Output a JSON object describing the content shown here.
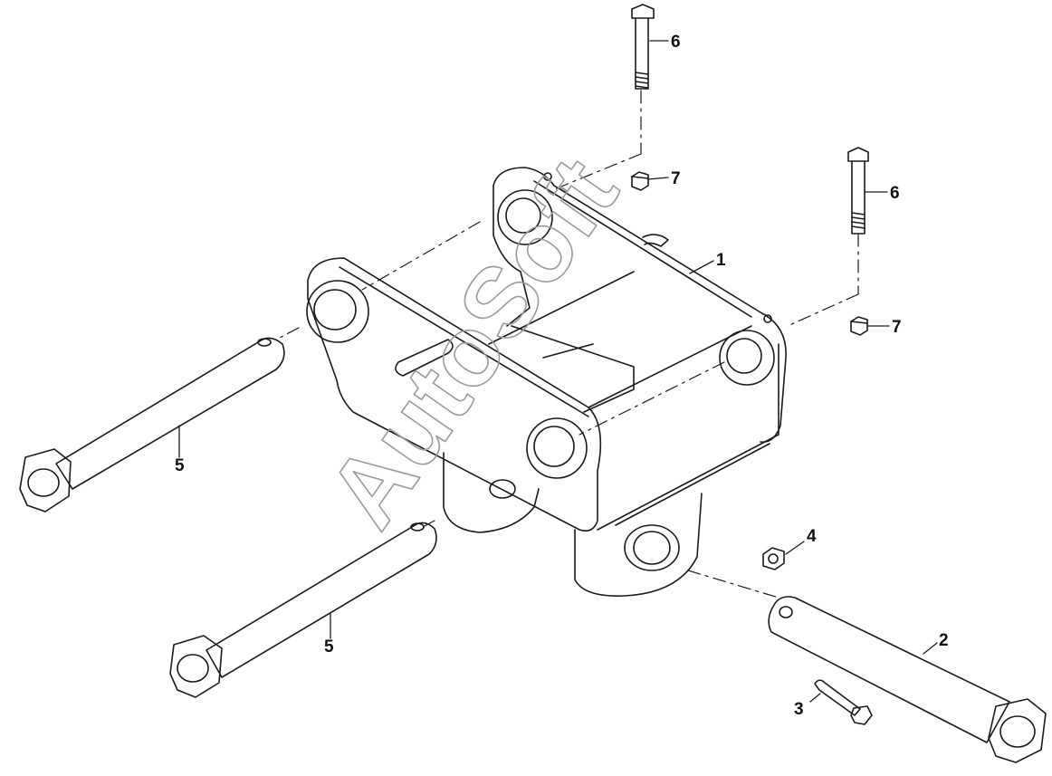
{
  "watermark": "AutoSoft",
  "callouts": {
    "c1": "1",
    "c2": "2",
    "c3": "3",
    "c4": "4",
    "c5a": "5",
    "c5b": "5",
    "c6a": "6",
    "c6b": "6",
    "c7a": "7",
    "c7b": "7"
  },
  "colors": {
    "line": "#1a1a1a",
    "watermark": "#9a9a9a",
    "background": "#ffffff"
  }
}
